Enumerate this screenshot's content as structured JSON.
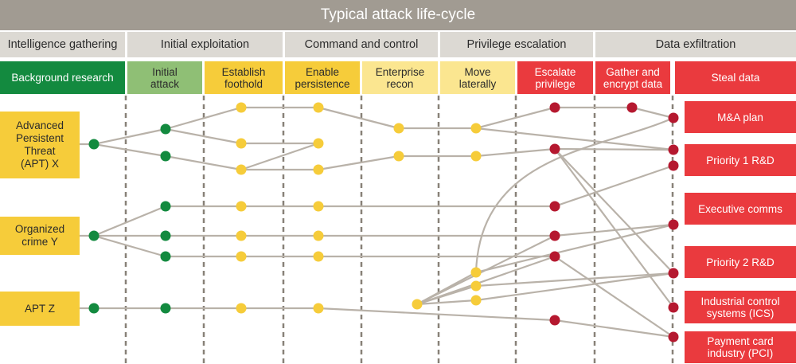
{
  "title": "Typical attack life-cycle",
  "colors": {
    "header_bg": "#a19b92",
    "phase_bg": "#dcd9d3",
    "green": "#138a3f",
    "light_green": "#8fbf75",
    "yellow": "#f6cc3a",
    "light_yellow": "#fbe690",
    "red": "#ea3a3e",
    "dark_red": "#b5182f",
    "line": "#b9b2a9",
    "divider": "#888178"
  },
  "phases": [
    {
      "label": "Intelligence gathering"
    },
    {
      "label": "Initial exploitation"
    },
    {
      "label": "Command and control"
    },
    {
      "label": "Privilege escalation"
    },
    {
      "label": "Data exfiltration"
    }
  ],
  "stages": [
    {
      "label": "Background research",
      "color": "green"
    },
    {
      "label": "Initial\nattack",
      "color": "light_green"
    },
    {
      "label": "Establish\nfoothold",
      "color": "yellow"
    },
    {
      "label": "Enable\npersistence",
      "color": "yellow"
    },
    {
      "label": "Enterprise\nrecon",
      "color": "light_yellow"
    },
    {
      "label": "Move\nlaterally",
      "color": "light_yellow"
    },
    {
      "label": "Escalate\nprivilege",
      "color": "red"
    },
    {
      "label": "Gather and\nencrypt data",
      "color": "red"
    },
    {
      "label": "Steal data",
      "color": "red"
    }
  ],
  "actors": [
    {
      "label": "Advanced\nPersistent\nThreat\n(APT) X"
    },
    {
      "label": "Organized\ncrime Y"
    },
    {
      "label": "APT Z"
    }
  ],
  "targets": [
    {
      "label": "M&A plan"
    },
    {
      "label": "Priority 1 R&D"
    },
    {
      "label": "Executive comms"
    },
    {
      "label": "Priority 2 R&D"
    },
    {
      "label": "Industrial control\nsystems (ICS)"
    },
    {
      "label": "Payment card\nindustry (PCI)"
    }
  ],
  "nodes": [
    {
      "id": "x0",
      "stage": 0,
      "color": "green"
    },
    {
      "id": "x1a",
      "stage": 1,
      "color": "green"
    },
    {
      "id": "x1b",
      "stage": 1,
      "color": "green"
    },
    {
      "id": "x2a",
      "stage": 2,
      "color": "yellow"
    },
    {
      "id": "x2b",
      "stage": 2,
      "color": "yellow"
    },
    {
      "id": "x2c",
      "stage": 2,
      "color": "yellow"
    },
    {
      "id": "x3a",
      "stage": 3,
      "color": "yellow"
    },
    {
      "id": "x3b",
      "stage": 3,
      "color": "yellow"
    },
    {
      "id": "x3c",
      "stage": 3,
      "color": "yellow"
    },
    {
      "id": "x4a",
      "stage": 4,
      "color": "yellow"
    },
    {
      "id": "x4b",
      "stage": 4,
      "color": "yellow"
    },
    {
      "id": "x5a",
      "stage": 5,
      "color": "yellow"
    },
    {
      "id": "x5b",
      "stage": 5,
      "color": "yellow"
    },
    {
      "id": "x6a",
      "stage": 6,
      "color": "dark_red"
    },
    {
      "id": "x6b",
      "stage": 6,
      "color": "dark_red"
    },
    {
      "id": "x7a",
      "stage": 7,
      "color": "dark_red"
    },
    {
      "id": "y0",
      "stage": 0,
      "color": "green"
    },
    {
      "id": "y1a",
      "stage": 1,
      "color": "green"
    },
    {
      "id": "y1b",
      "stage": 1,
      "color": "green"
    },
    {
      "id": "y1c",
      "stage": 1,
      "color": "green"
    },
    {
      "id": "y2a",
      "stage": 2,
      "color": "yellow"
    },
    {
      "id": "y2b",
      "stage": 2,
      "color": "yellow"
    },
    {
      "id": "y2c",
      "stage": 2,
      "color": "yellow"
    },
    {
      "id": "y3a",
      "stage": 3,
      "color": "yellow"
    },
    {
      "id": "y3b",
      "stage": 3,
      "color": "yellow"
    },
    {
      "id": "y3c",
      "stage": 3,
      "color": "yellow"
    },
    {
      "id": "y6a",
      "stage": 6,
      "color": "dark_red"
    },
    {
      "id": "y6b",
      "stage": 6,
      "color": "dark_red"
    },
    {
      "id": "y6c",
      "stage": 6,
      "color": "dark_red"
    },
    {
      "id": "z0",
      "stage": 0,
      "color": "green"
    },
    {
      "id": "z1",
      "stage": 1,
      "color": "green"
    },
    {
      "id": "z2",
      "stage": 2,
      "color": "yellow"
    },
    {
      "id": "z3",
      "stage": 3,
      "color": "yellow"
    },
    {
      "id": "z4",
      "stage": 4,
      "color": "yellow"
    },
    {
      "id": "z5a",
      "stage": 5,
      "color": "yellow"
    },
    {
      "id": "z5b",
      "stage": 5,
      "color": "yellow"
    },
    {
      "id": "z5c",
      "stage": 5,
      "color": "yellow"
    },
    {
      "id": "z6",
      "stage": 6,
      "color": "dark_red"
    },
    {
      "id": "t0",
      "stage": 8,
      "color": "dark_red"
    },
    {
      "id": "t1a",
      "stage": 8,
      "color": "dark_red"
    },
    {
      "id": "t1b",
      "stage": 8,
      "color": "dark_red"
    },
    {
      "id": "t2",
      "stage": 8,
      "color": "dark_red"
    },
    {
      "id": "t3",
      "stage": 8,
      "color": "dark_red"
    },
    {
      "id": "t4",
      "stage": 8,
      "color": "dark_red"
    },
    {
      "id": "t5",
      "stage": 8,
      "color": "dark_red"
    }
  ],
  "edges": [
    [
      "actor0",
      "x0"
    ],
    [
      "x0",
      "x1a"
    ],
    [
      "x0",
      "x1b"
    ],
    [
      "x1a",
      "x2a"
    ],
    [
      "x1a",
      "x2b"
    ],
    [
      "x1b",
      "x2c"
    ],
    [
      "x2a",
      "x3a"
    ],
    [
      "x2b",
      "x3b"
    ],
    [
      "x2c",
      "x3b"
    ],
    [
      "x2c",
      "x3c"
    ],
    [
      "x3a",
      "x4a"
    ],
    [
      "x4a",
      "x5a"
    ],
    [
      "x3c",
      "x4b"
    ],
    [
      "x4b",
      "x5b"
    ],
    [
      "x5a",
      "x6a"
    ],
    [
      "x6a",
      "x7a"
    ],
    [
      "x7a",
      "t0"
    ],
    [
      "x5a",
      "t1a"
    ],
    [
      "x5b",
      "x6b"
    ],
    [
      "x6b",
      "t1a"
    ],
    [
      "x6b",
      "t3"
    ],
    [
      "x6b",
      "t4"
    ],
    [
      "actor1",
      "y0"
    ],
    [
      "y0",
      "y1a"
    ],
    [
      "y0",
      "y1b"
    ],
    [
      "y0",
      "y1c"
    ],
    [
      "y1a",
      "y2a"
    ],
    [
      "y2a",
      "y3a"
    ],
    [
      "y3a",
      "y6a"
    ],
    [
      "y6a",
      "t1b"
    ],
    [
      "y1b",
      "y2b"
    ],
    [
      "y2b",
      "y3b"
    ],
    [
      "y3b",
      "y6b"
    ],
    [
      "y6b",
      "t2"
    ],
    [
      "y1c",
      "y2c"
    ],
    [
      "y2c",
      "y3c"
    ],
    [
      "y3c",
      "y6c"
    ],
    [
      "y6c",
      "t5"
    ],
    [
      "actor2",
      "z0"
    ],
    [
      "z0",
      "z1"
    ],
    [
      "z1",
      "z2"
    ],
    [
      "z2",
      "z3"
    ],
    [
      "z3",
      "z6"
    ],
    [
      "z4",
      "z5a"
    ],
    [
      "z4",
      "z5b"
    ],
    [
      "z4",
      "z5c"
    ],
    [
      "z4",
      "y6b"
    ],
    [
      "z4",
      "y6c"
    ],
    [
      "z5a",
      "t2"
    ],
    [
      "z5b",
      "t3"
    ],
    [
      "z5c",
      "t3"
    ],
    [
      "z6",
      "t5"
    ]
  ],
  "curved_edges": [
    [
      "z5a",
      "t0"
    ]
  ]
}
